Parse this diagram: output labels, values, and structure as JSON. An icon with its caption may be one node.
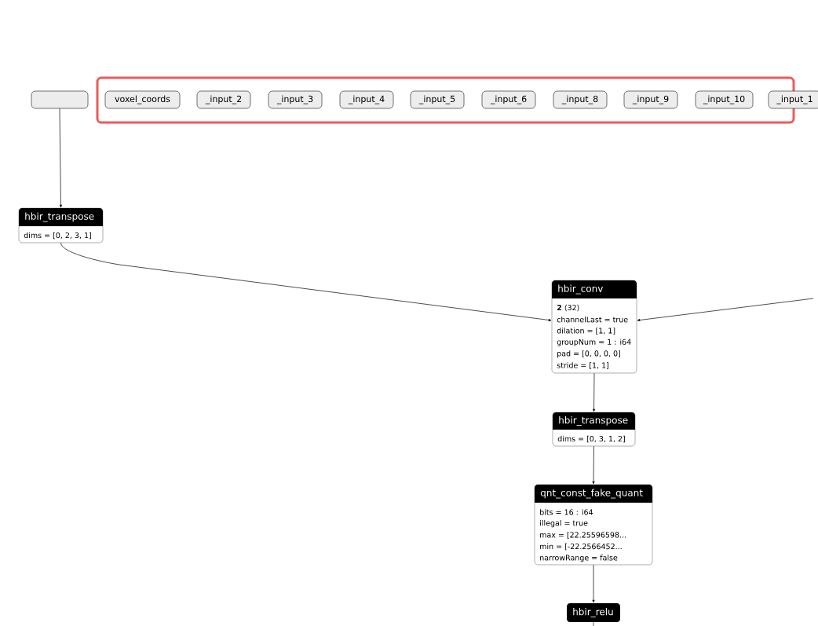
{
  "diagram": {
    "nodes": [
      {
        "text": [],
        "shape": "box"
      },
      {
        "text": [],
        "shape": "box"
      },
      {
        "text": [
          "voxel_coords"
        ],
        "in": 1
      },
      {
        "text": [
          "_input_2"
        ],
        "in": 1
      },
      {
        "text": [
          "_input_3"
        ],
        "in": 1
      },
      {
        "text": [
          "_input_4"
        ],
        "in": 1
      },
      {
        "text": [
          "_input_5"
        ],
        "in": 1
      },
      {
        "text": [
          "_input_6"
        ],
        "in": 1
      },
      {
        "text": [
          "_input_8"
        ],
        "in": 1
      },
      {
        "text": [
          "_input_9"
        ],
        "in": 1
      },
      {
        "text": [
          "_input_10"
        ],
        "in": 1
      },
      {
        "text": [
          "_input_1"
        ]
      },
      {
        "text": [
          "hbir_transpose",
          "dims = [0, 2, 3, 1]"
        ]
      },
      {
        "text": [
          "hbir_conv",
          "**2** ⟨32⟩",
          "channelLast = true",
          "dilation = [1, 1]",
          "groupNum = 1 : i64",
          "pad = [0, 0, 0, 0]",
          "stride = [1, 1]"
        ]
      },
      {
        "text": [
          "hbir_transpose",
          "dims = [0, 3, 1, 2]"
        ]
      },
      {
        "text": [
          "qnt_const_fake_quant",
          "bits = 16 : i64",
          "illegal = true",
          "max = [22.25596598...",
          "min = [-22.2566452...",
          "narrowRange = false"
        ]
      },
      {
        "text": [
          "hbir_relu"
        ]
      }
    ],
    "edges": [
      {
        "from": 0,
        "to": 12,
        "arrow": "to"
      },
      {
        "from": 12,
        "to": 13,
        "arrow": "to"
      },
      {
        "from": null,
        "to": 13,
        "arrow": "to"
      },
      {
        "from": 13,
        "to": 14,
        "arrow": "to"
      },
      {
        "from": 14,
        "to": 15,
        "arrow": "to"
      },
      {
        "from": 15,
        "to": 16,
        "arrow": "to"
      },
      {
        "from": 16,
        "to": null,
        "arrow": "none"
      }
    ]
  }
}
